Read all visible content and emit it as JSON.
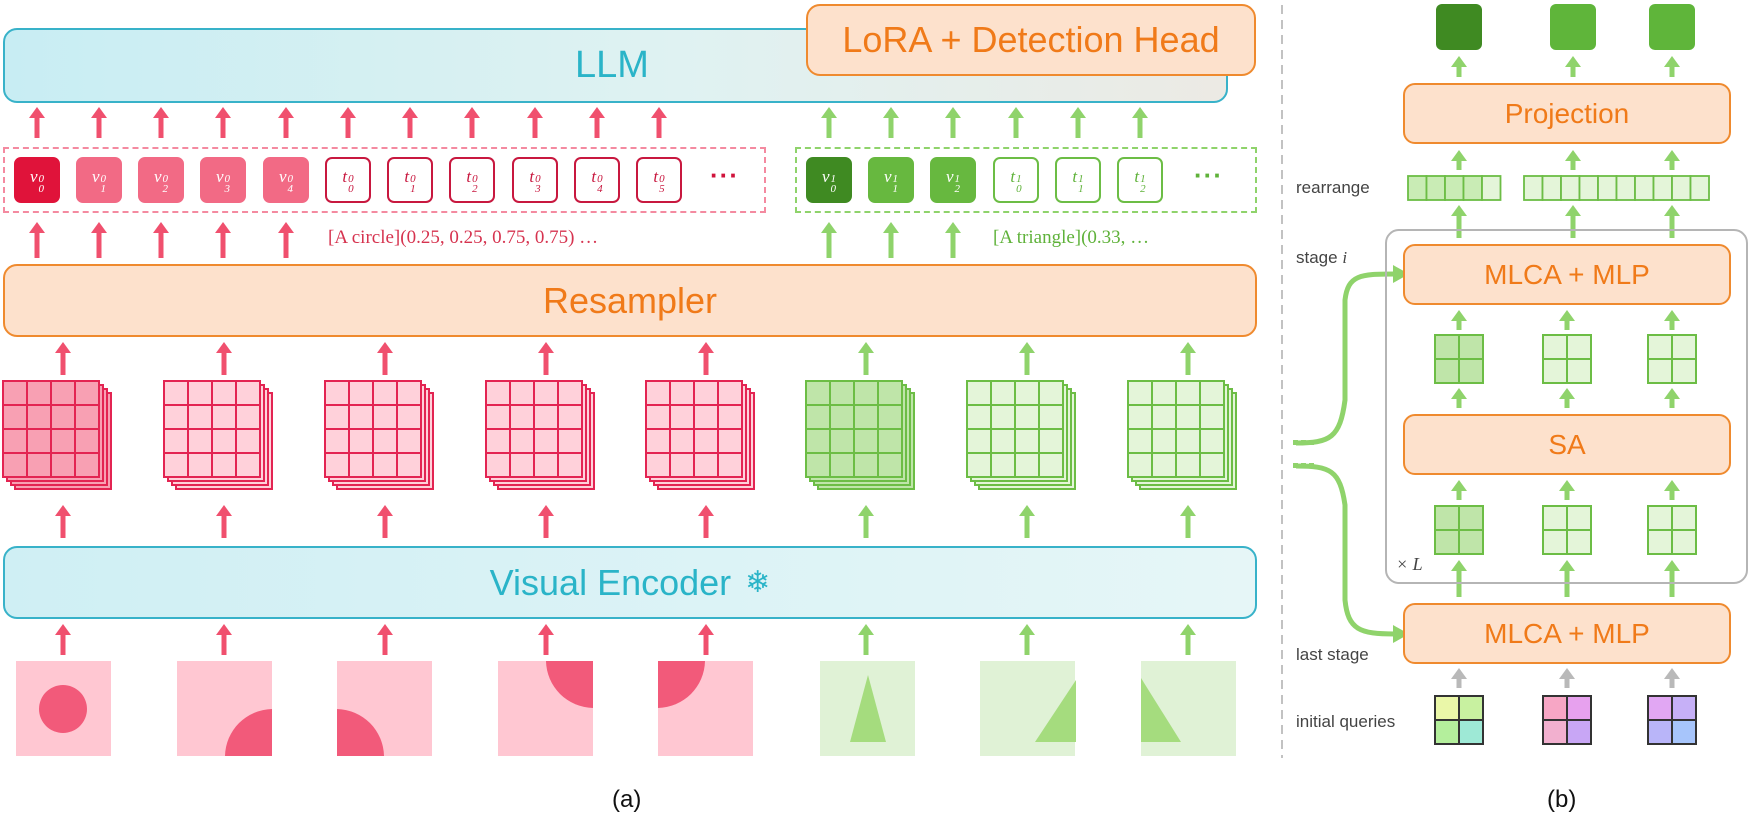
{
  "panel_a": {
    "llm_label": "LLM",
    "lora_label": "LoRA + Detection Head",
    "resampler_label": "Resampler",
    "encoder_label": "Visual Encoder",
    "snowflake": "❄",
    "red_caption": "[A circle](0.25, 0.25, 0.75, 0.75) …",
    "green_caption": "[A triangle](0.33, …",
    "ellipsis": "···",
    "red_tokens": [
      {
        "base": "v",
        "sup": "0",
        "sub": "0"
      },
      {
        "base": "v",
        "sup": "0",
        "sub": "1"
      },
      {
        "base": "v",
        "sup": "0",
        "sub": "2"
      },
      {
        "base": "v",
        "sup": "0",
        "sub": "3"
      },
      {
        "base": "v",
        "sup": "0",
        "sub": "4"
      },
      {
        "base": "t",
        "sup": "0",
        "sub": "0"
      },
      {
        "base": "t",
        "sup": "0",
        "sub": "1"
      },
      {
        "base": "t",
        "sup": "0",
        "sub": "2"
      },
      {
        "base": "t",
        "sup": "0",
        "sub": "3"
      },
      {
        "base": "t",
        "sup": "0",
        "sub": "4"
      },
      {
        "base": "t",
        "sup": "0",
        "sub": "5"
      }
    ],
    "green_tokens": [
      {
        "base": "v",
        "sup": "1",
        "sub": "0"
      },
      {
        "base": "v",
        "sup": "1",
        "sub": "1"
      },
      {
        "base": "v",
        "sup": "1",
        "sub": "2"
      },
      {
        "base": "t",
        "sup": "1",
        "sub": "0"
      },
      {
        "base": "t",
        "sup": "1",
        "sub": "1"
      },
      {
        "base": "t",
        "sup": "1",
        "sub": "2"
      }
    ],
    "caption": "(a)"
  },
  "panel_b": {
    "projection_label": "Projection",
    "mlca_top_label": "MLCA + MLP",
    "sa_label": "SA",
    "mlca_bottom_label": "MLCA + MLP",
    "rearrange_label": "rearrange",
    "stage_label": "stage",
    "stage_var": "i",
    "last_stage_label": "last stage",
    "initial_queries_label": "initial queries",
    "repeat_label": "× L",
    "caption": "(b)"
  },
  "colors": {
    "red": "#f0506e",
    "red_dark": "#e0133a",
    "pink_fill": "#ffc7d2",
    "green": "#6cbd45",
    "green_dark": "#3f8a22",
    "green_light": "#e0f2d6",
    "orange": "#ef8a2e",
    "orange_fill": "#fde1cc",
    "blue": "#38b2c9"
  }
}
